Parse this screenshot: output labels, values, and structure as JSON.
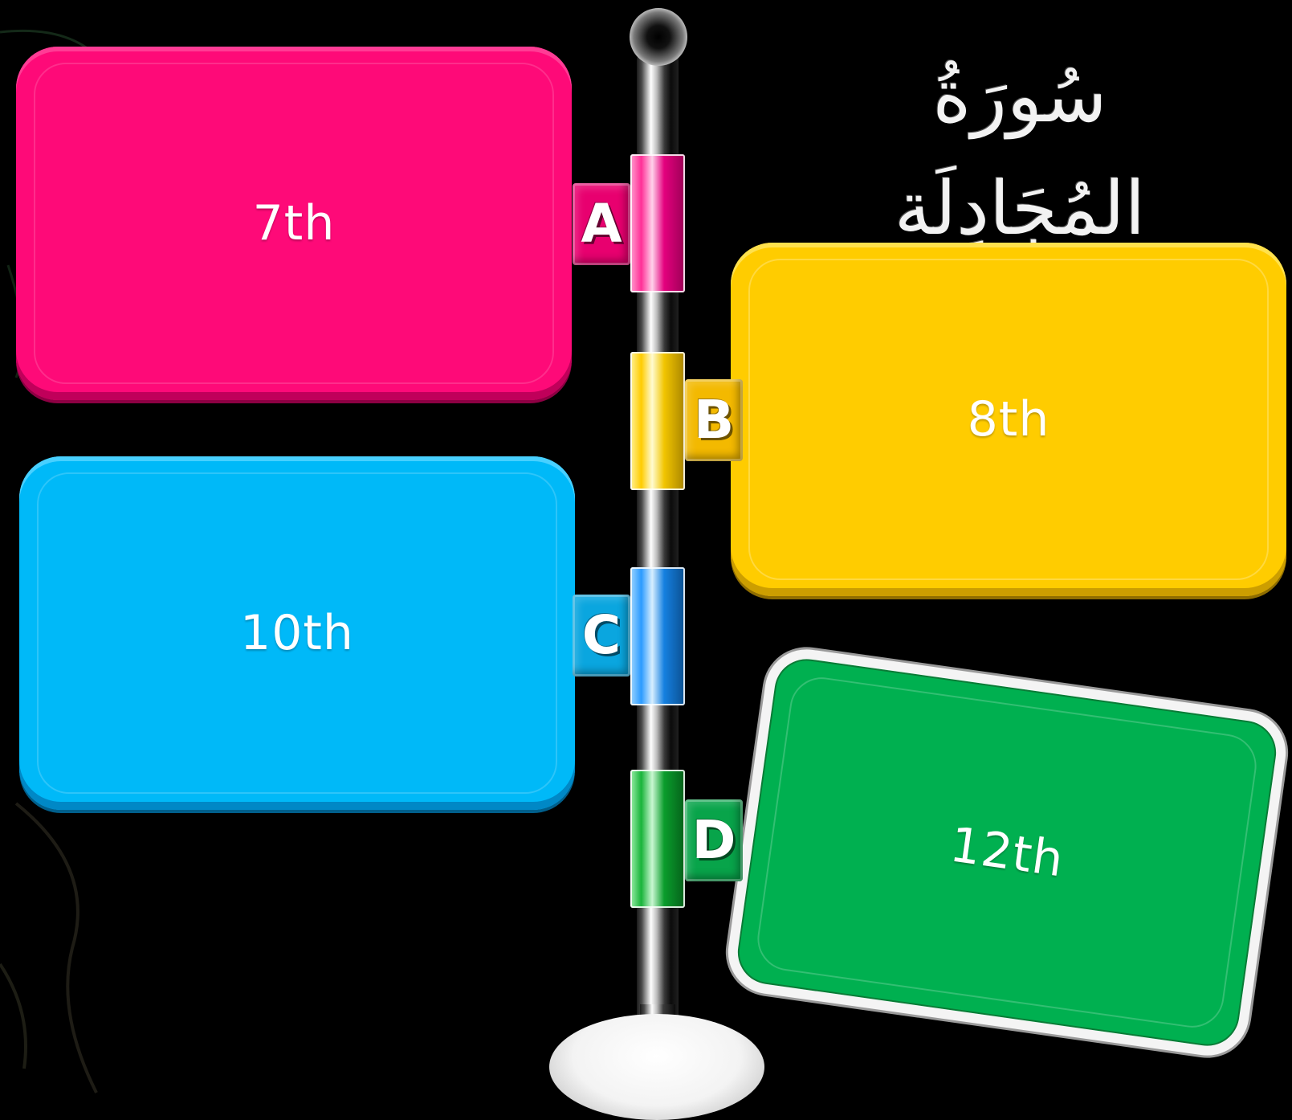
{
  "title": "سُورَةُ المُجَادِلَة",
  "colors": {
    "background": "#000000",
    "pink": "#fe0a78",
    "yellow": "#ffcc00",
    "blue": "#00b9f8",
    "green": "#00b050"
  },
  "options": [
    {
      "letter": "A",
      "answer": "7th",
      "color": "pink"
    },
    {
      "letter": "B",
      "answer": "8th",
      "color": "yellow"
    },
    {
      "letter": "C",
      "answer": "10th",
      "color": "blue"
    },
    {
      "letter": "D",
      "answer": "12th",
      "color": "green"
    }
  ]
}
